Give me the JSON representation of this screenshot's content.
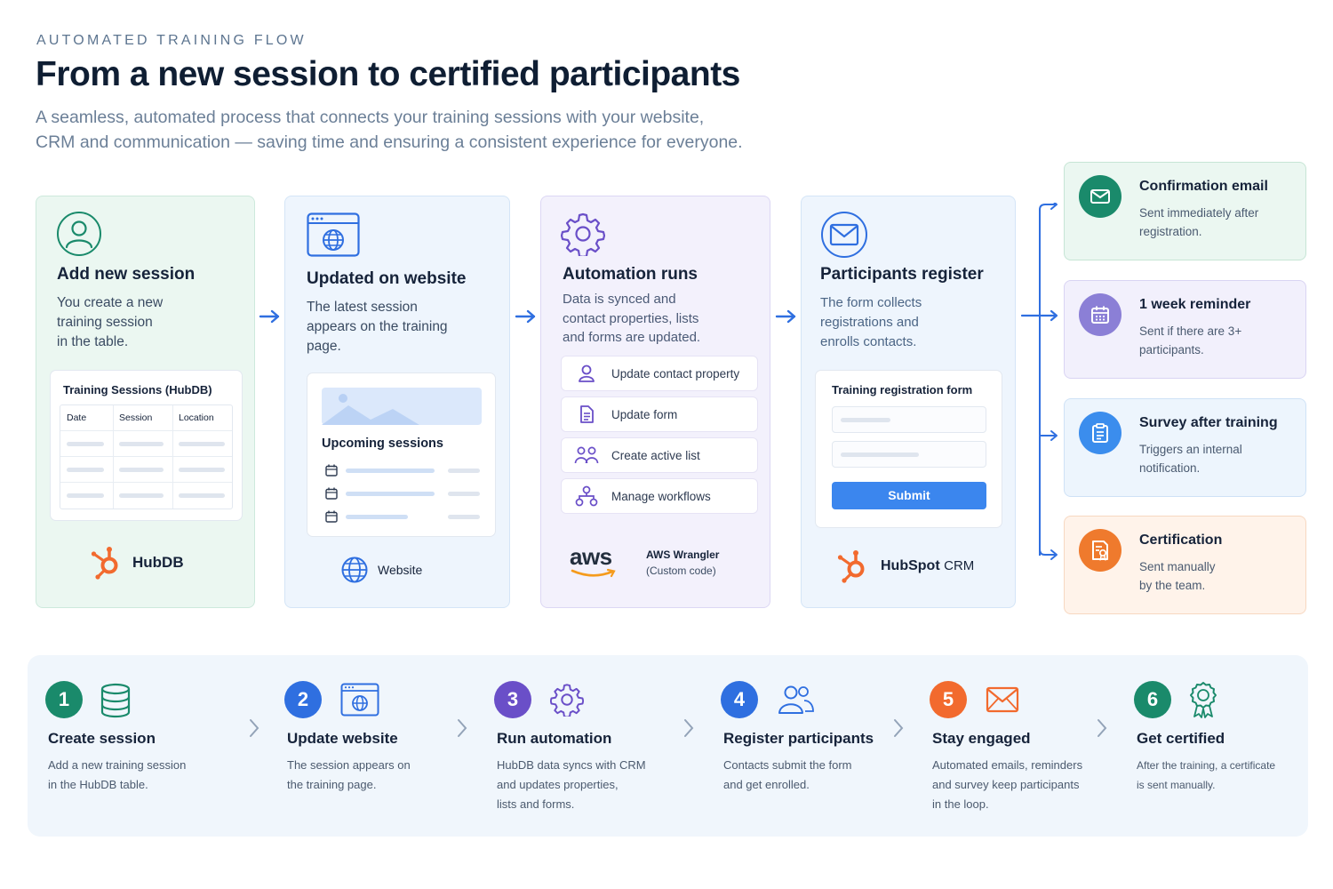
{
  "header": {
    "eyebrow": "AUTOMATED TRAINING FLOW",
    "title": "From a new session to certified participants",
    "subtitle_line1": "A seamless, automated process that connects your training sessions with your website,",
    "subtitle_line2": "CRM and communication — saving time and ensuring a consistent experience for everyone."
  },
  "cards": {
    "add_session": {
      "title": "Add new session",
      "desc": [
        "You create a new",
        "training session",
        "in the table."
      ],
      "table_title": "Training Sessions (HubDB)",
      "columns": [
        "Date",
        "Session",
        "Location"
      ],
      "brand": "HubDB"
    },
    "website": {
      "title": "Updated on website",
      "desc": [
        "The latest session",
        "appears on the training",
        "page."
      ],
      "panel_title": "Upcoming sessions",
      "brand": "Website"
    },
    "automation": {
      "title": "Automation runs",
      "desc": [
        "Data is synced and",
        "contact properties, lists",
        "and forms are updated."
      ],
      "actions": [
        "Update contact property",
        "Update form",
        "Create active list",
        "Manage workflows"
      ],
      "brand_logo": "aws",
      "brand_name": "AWS Wrangler",
      "brand_sub": "(Custom code)"
    },
    "register": {
      "title": "Participants register",
      "desc": [
        "The form collects",
        "registrations and",
        "enrolls contacts."
      ],
      "form_title": "Training registration form",
      "submit": "Submit",
      "brand_name": "HubSpot",
      "brand_sub": "CRM"
    }
  },
  "outcomes": [
    {
      "title": "Confirmation email",
      "desc": [
        "Sent immediately after",
        "registration."
      ],
      "color": "#1a8a6b"
    },
    {
      "title": "1 week reminder",
      "desc": [
        "Sent if there are 3+",
        "participants."
      ],
      "color": "#8b7fd6"
    },
    {
      "title": "Survey after training",
      "desc": [
        "Triggers an internal",
        "notification."
      ],
      "color": "#3b8ded"
    },
    {
      "title": "Certification",
      "desc": [
        "Sent manually",
        "by the team."
      ],
      "color": "#ef7a2d"
    }
  ],
  "steps": [
    {
      "num": "1",
      "title": "Create session",
      "desc": [
        "Add a new training session",
        "in the HubDB table."
      ],
      "color": "#1a8a6b"
    },
    {
      "num": "2",
      "title": "Update website",
      "desc": [
        "The session appears on",
        "the training page."
      ],
      "color": "#2f6fe0"
    },
    {
      "num": "3",
      "title": "Run automation",
      "desc": [
        "HubDB data syncs with CRM",
        "and updates properties,",
        "lists and forms."
      ],
      "color": "#6a4fc8"
    },
    {
      "num": "4",
      "title": "Register participants",
      "desc": [
        "Contacts submit the form",
        "and get enrolled."
      ],
      "color": "#2f6fe0"
    },
    {
      "num": "5",
      "title": "Stay engaged",
      "desc": [
        "Automated emails, reminders",
        "and survey keep participants",
        "in the loop."
      ],
      "color": "#f26a2e"
    },
    {
      "num": "6",
      "title": "Get certified",
      "desc": [
        "After the training, a certificate",
        "is sent manually."
      ],
      "color": "#1a8a6b"
    }
  ]
}
